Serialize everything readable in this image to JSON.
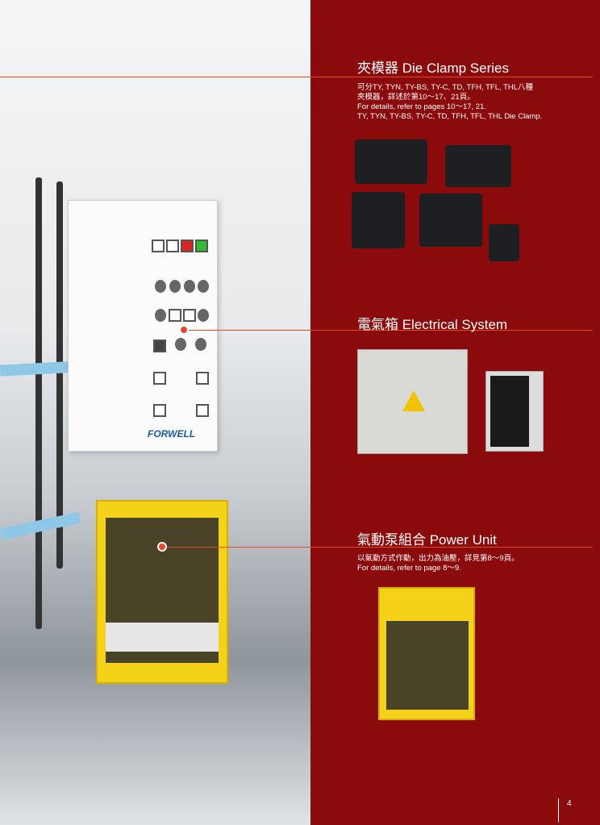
{
  "sections": [
    {
      "title": "夾模器 Die Clamp Series",
      "lines": [
        "可分TY, TYN, TY-BS, TY-C, TD, TFH, TFL, THL八種",
        "夾模器，詳述於第10～17、21頁。",
        "For details, refer to pages 10～17, 21.",
        "TY, TYN, TY-BS, TY-C, TD, TFH, TFL, THL Die Clamp."
      ]
    },
    {
      "title": "電氣箱 Electrical System",
      "lines": []
    },
    {
      "title": "氣動泵組合 Power Unit",
      "lines": [
        "以氣動方式作動，出力為油壓，詳見第8～9頁。",
        "For details, refer to page 8～9."
      ]
    }
  ],
  "brand": "FORWELL",
  "page_number": "4",
  "colors": {
    "background": "#8b0a0c",
    "accent": "#e24a2a",
    "yellow": "#f5d21a"
  }
}
